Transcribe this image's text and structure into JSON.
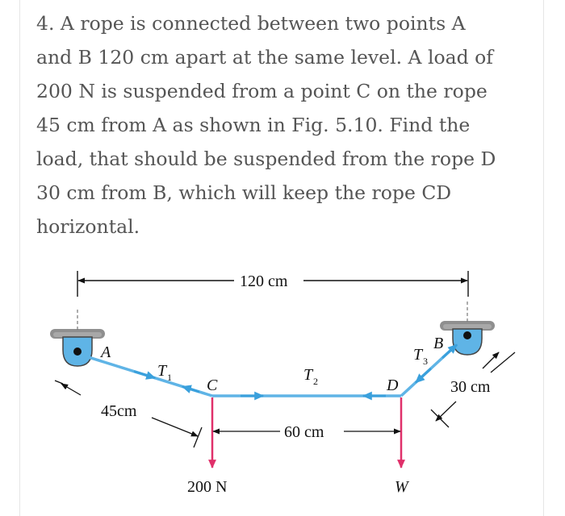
{
  "problem": {
    "lines": [
      "4. A rope is connected between two points A",
      "and B 120 cm apart at the same level. A load of",
      "200 N is suspended from a point C on the rope",
      "45 cm from A as shown in Fig. 5.10. Find the",
      "load, that should be suspended from the rope D",
      "30 cm from B, which will keep the rope CD",
      "horizontal."
    ]
  },
  "figure": {
    "span_label": "120 cm",
    "point_a": "A",
    "point_b": "B",
    "point_c": "C",
    "point_d": "D",
    "t1": "T",
    "t1_sub": "1",
    "t2": "T",
    "t2_sub": "2",
    "t3": "T",
    "t3_sub": "3",
    "ac_length": "45cm",
    "bd_length": "30 cm",
    "cd_length": "60 cm",
    "load_c": "200 N",
    "load_d": "W",
    "colors": {
      "rope": "#4aa8e0",
      "load_arrow": "#e0306a",
      "support": "#8a8a8a",
      "pulley": "#5fb4e6",
      "text": "#555555"
    }
  }
}
